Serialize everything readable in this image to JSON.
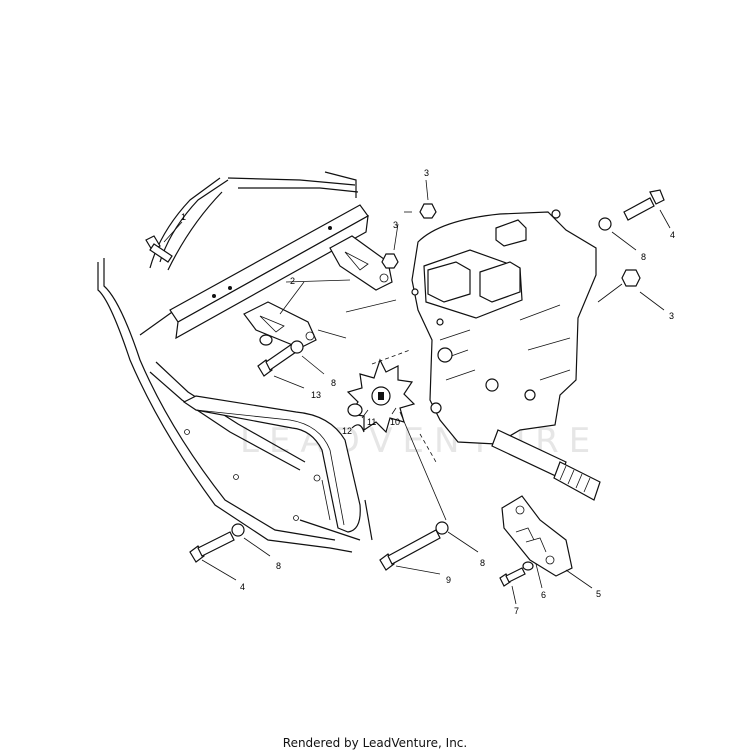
{
  "diagram": {
    "callouts": [
      {
        "id": "c1",
        "text": "1"
      },
      {
        "id": "c2",
        "text": "2"
      },
      {
        "id": "c3a",
        "text": "3"
      },
      {
        "id": "c3b",
        "text": "3"
      },
      {
        "id": "c3c",
        "text": "3"
      },
      {
        "id": "c4a",
        "text": "4"
      },
      {
        "id": "c4b",
        "text": "4"
      },
      {
        "id": "c5",
        "text": "5"
      },
      {
        "id": "c6",
        "text": "6"
      },
      {
        "id": "c7",
        "text": "7"
      },
      {
        "id": "c8a",
        "text": "8"
      },
      {
        "id": "c8b",
        "text": "8"
      },
      {
        "id": "c8c",
        "text": "8"
      },
      {
        "id": "c8d",
        "text": "8"
      },
      {
        "id": "c9",
        "text": "9"
      },
      {
        "id": "c10",
        "text": "10"
      },
      {
        "id": "c11",
        "text": "11"
      },
      {
        "id": "c12",
        "text": "12"
      },
      {
        "id": "c13",
        "text": "13"
      }
    ],
    "watermark": "LEADVENTURE"
  },
  "footer": {
    "credit": "Rendered by LeadVenture, Inc."
  }
}
